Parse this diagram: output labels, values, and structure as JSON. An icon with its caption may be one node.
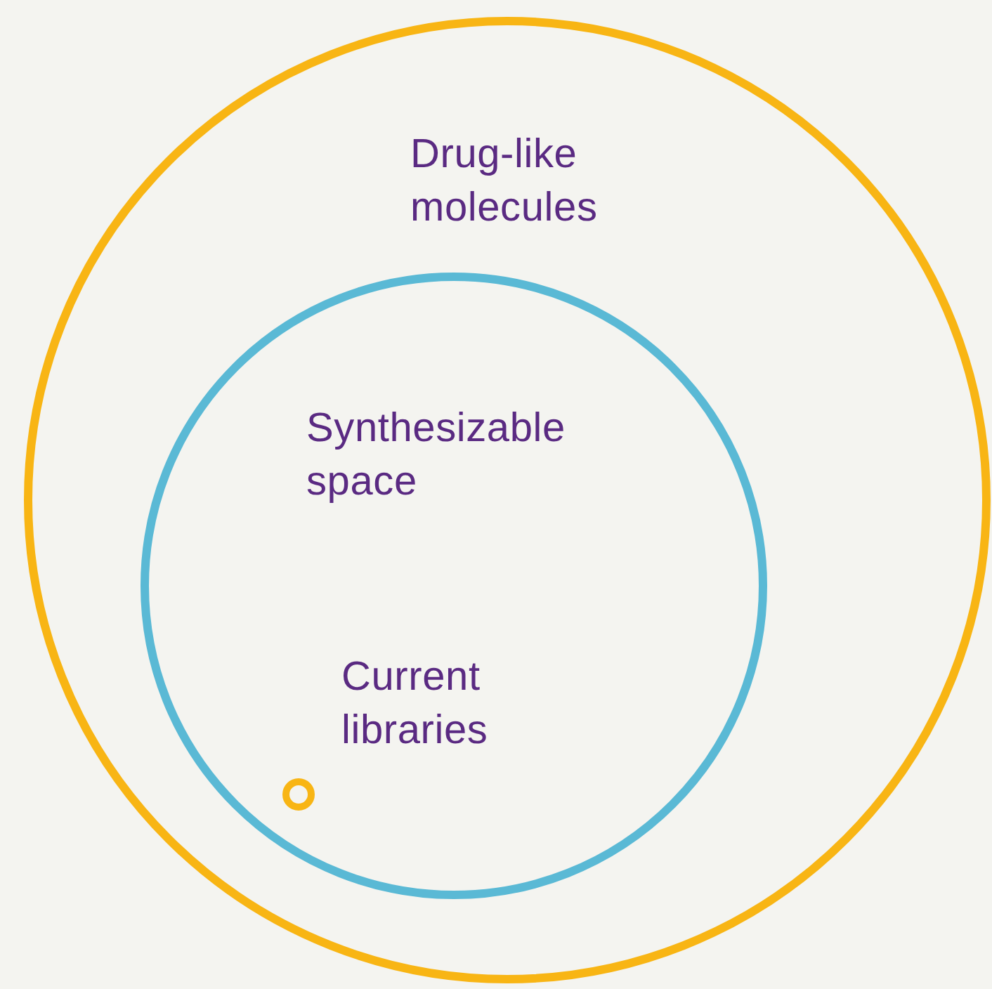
{
  "diagram": {
    "nodes": [
      {
        "text": [
          "Drug-like molecules"
        ]
      },
      {
        "text": [
          "Synthesizable space"
        ],
        "in": 0
      },
      {
        "text": [
          "Current libraries"
        ],
        "in": 1
      }
    ]
  }
}
